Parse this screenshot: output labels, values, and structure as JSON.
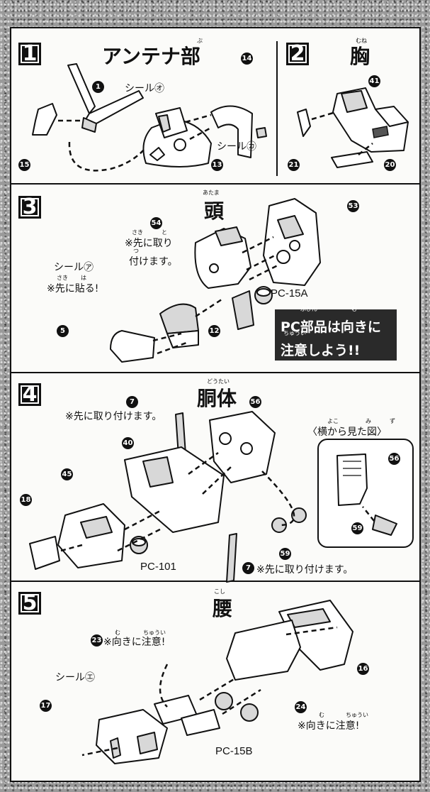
{
  "steps": [
    {
      "num": "1",
      "title": "アンテナ部",
      "ruby": "ぶ"
    },
    {
      "num": "2",
      "title": "胸",
      "ruby": "むね"
    },
    {
      "num": "3",
      "title": "頭",
      "ruby": "あたま"
    },
    {
      "num": "4",
      "title": "胴体",
      "ruby": "どうたい"
    },
    {
      "num": "5",
      "title": "腰",
      "ruby": "こし"
    }
  ],
  "step1": {
    "seal_o": "シール㋔",
    "seal_ka": "シール㋕",
    "parts": [
      "1",
      "14",
      "15",
      "13"
    ]
  },
  "step2": {
    "parts": [
      "41",
      "21",
      "20"
    ]
  },
  "step3": {
    "note_attach_line1": "※先に取り",
    "note_attach_line2": "付けます。",
    "ruby_saki": "さき",
    "ruby_to": "と",
    "ruby_tsu": "つ",
    "ruby_ha": "は",
    "seal_a": "シール㋐",
    "note_paste": "※先に貼る!",
    "pc_label": "PC-15A",
    "warning_line1": "PC部品は向きに",
    "warning_line2": "注意しよう!!",
    "warning_ruby_buhin": "ぶひん",
    "warning_ruby_mu": "む",
    "warning_ruby_chuui": "ちゅうい",
    "parts": [
      "54",
      "53",
      "5",
      "12"
    ]
  },
  "step4": {
    "note_top": "※先に取り付けます。",
    "note_bottom": "※先に取り付けます。",
    "side_view_title": "〈横から見た図〉",
    "ruby_yoko": "よこ",
    "ruby_mi": "み",
    "ruby_zu": "ず",
    "pc_label": "PC-101",
    "parts": [
      "7",
      "56",
      "40",
      "45",
      "18",
      "59",
      "7",
      "56",
      "59"
    ]
  },
  "step5": {
    "note_23": "※向きに注意!",
    "note_24": "※向きに注意!",
    "ruby_mu": "む",
    "ruby_chuui": "ちゅうい",
    "seal_e": "シール㋓",
    "pc_label": "PC-15B",
    "parts": [
      "23",
      "16",
      "17",
      "24"
    ]
  }
}
